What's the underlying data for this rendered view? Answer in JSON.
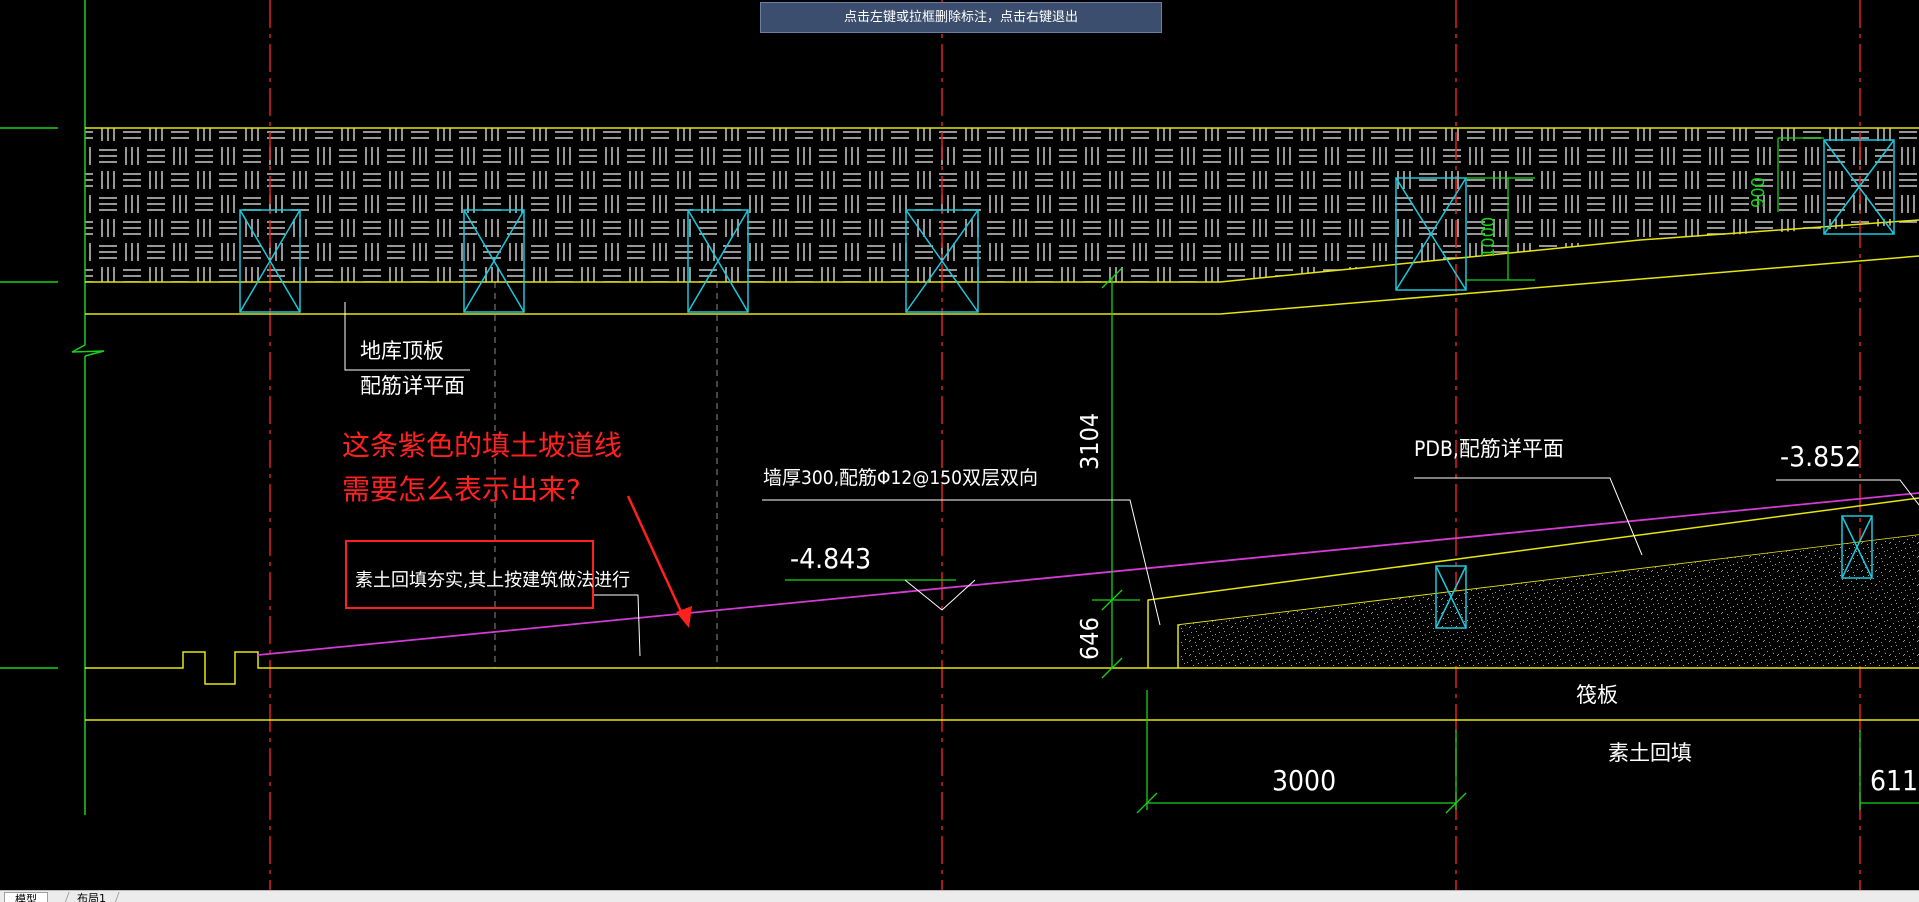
{
  "banner": {
    "text": "点击左键或拉框删除标注，点击右键退出"
  },
  "tabs": [
    {
      "label": "模型"
    },
    {
      "label": "布局1"
    }
  ],
  "drawing": {
    "label_roof_line1": "地库顶板",
    "label_roof_line2": "配筋详平面",
    "annotation_line1": "这条紫色的填土坡道线",
    "annotation_line2": "需要怎么表示出来?",
    "boxed_note": "素土回填夯实,其上按建筑做法进行",
    "wall_note": "墙厚300,配筋Φ12@150双层双向",
    "elev_left": "-4.843",
    "elev_right": "-3.852",
    "pdb_note": "PDB,配筋详平面",
    "dim_3104": "3104",
    "dim_646": "646",
    "dim_3000": "3000",
    "dim_611": "611",
    "dim_1000": "1000",
    "dim_900": "900",
    "raft_label": "筏板",
    "fill_label": "素土回填"
  },
  "colors": {
    "background": "#000000",
    "red_axis": "#e0201a",
    "green": "#19d219",
    "yellow": "#e6e60e",
    "magenta": "#d23cd2",
    "cyan": "#1ec8dc",
    "white": "#ffffff",
    "annotation_red": "#ff2020",
    "banner_bg": "#3b4e6d"
  }
}
